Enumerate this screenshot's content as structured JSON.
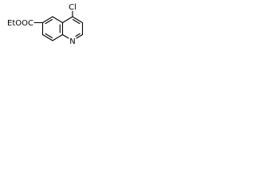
{
  "molecule": {
    "ester_label": "EtOOC",
    "chloro_label": "Cl",
    "nitrogen_label": "N"
  }
}
